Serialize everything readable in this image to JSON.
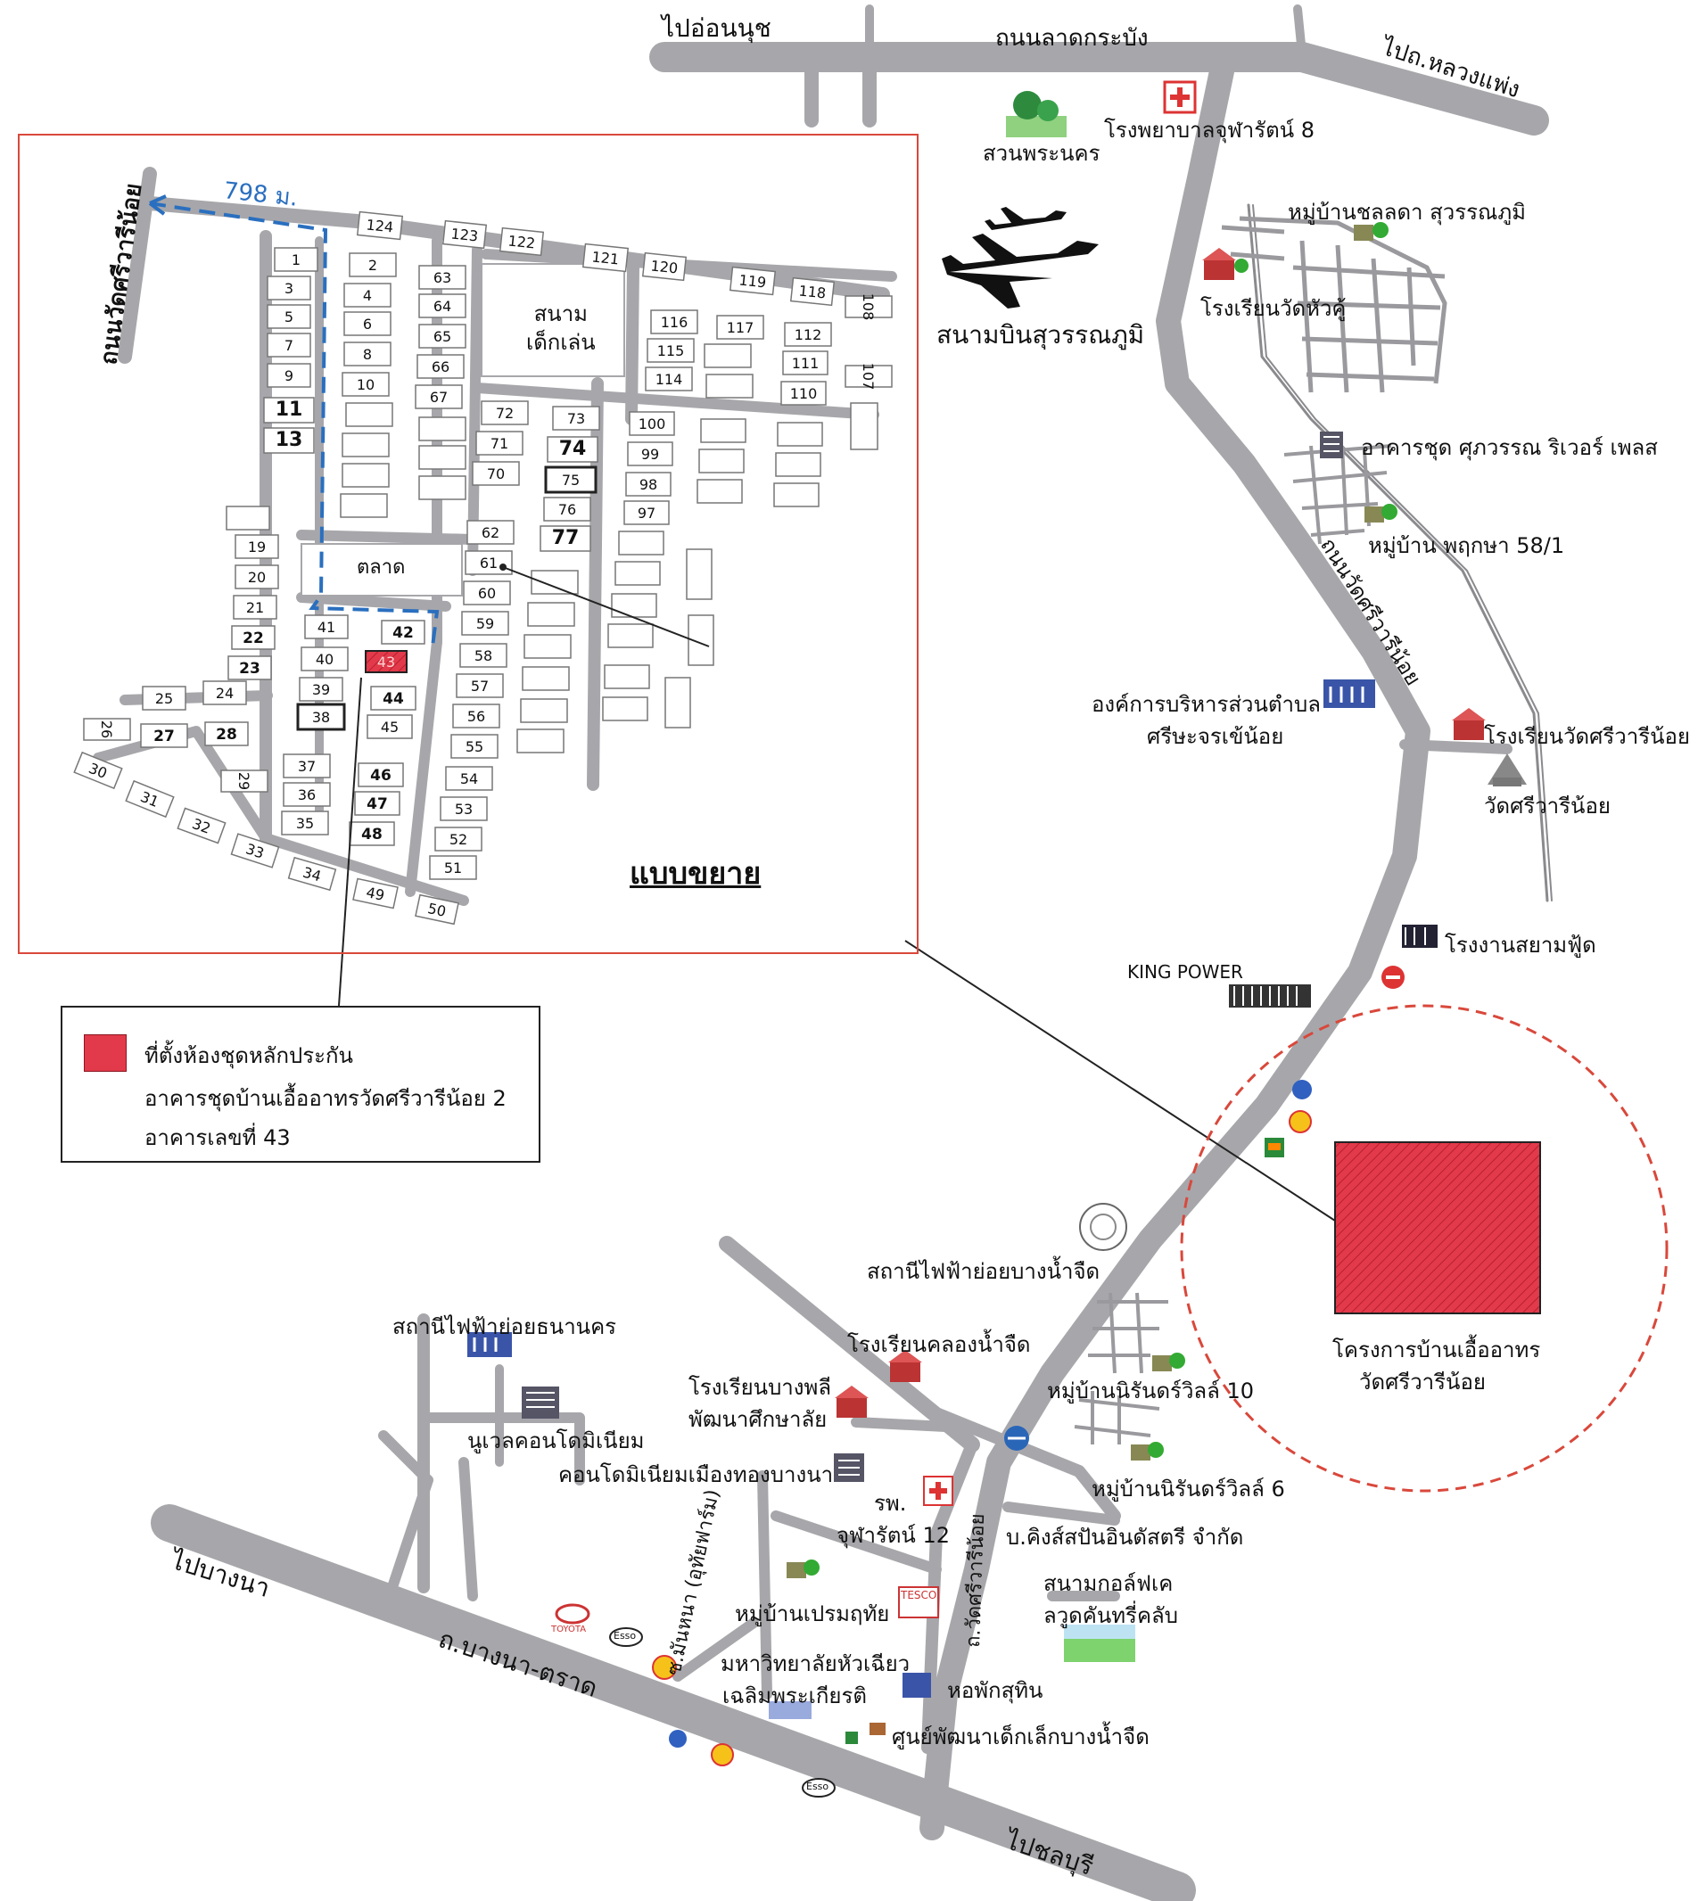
{
  "colors": {
    "road": "#a7a7ab",
    "project": "#e23a4a",
    "inset_border": "#d9483b",
    "route": "#2a6fbf",
    "circle": "#d9483b"
  },
  "roads": {
    "top": "ถนนลาดกระบัง",
    "top_left_dir": "ไปอ่อนนุช",
    "top_right_dir": "ไปถ.หลวงแพ่ง",
    "main": "ถนนวัดศรีวารีน้อย",
    "inset_road": "ถนนวัดศรีวารีน้อย",
    "bangna": "ถ.บางนา-ตราด",
    "bangna_left_dir": "ไปบางนา",
    "bangna_right_dir": "ไปชลบุรี",
    "soi_mannah": "ซ.มันหนา (อุทัยฟาร์ม)",
    "lower_main": "ถ.วัดศรีวารีน้อย"
  },
  "inset": {
    "title": "แบบขยาย",
    "distance": "798 ม.",
    "playground": "สนาม\nเด็กเล่น",
    "playground_l1": "สนาม",
    "playground_l2": "เด็กเล่น",
    "market": "ตลาด",
    "target_plot": "43"
  },
  "legend": {
    "line1": "ที่ตั้งห้องชุดหลักประกัน",
    "line2": "อาคารชุดบ้านเอื้ออาทรวัดศรีวารีน้อย 2",
    "line3": "อาคารเลขที่ 43"
  },
  "places": {
    "park": "สวนพระนคร",
    "hospital8": "โรงพยาบาลจุฬารัตน์ 8",
    "chonlada": "หมู่บ้านชลลดา สุวรรณภูมิ",
    "school_huakhu": "โรงเรียนวัดหัวคู้",
    "airport": "สนามบินสุวรรณภูมิ",
    "condo_river": "อาคารชุด ศุภวรรณ ริเวอร์ เพลส",
    "pruksa": "หมู่บ้าน พฤกษา 58/1",
    "sao": "องค์การบริหารส่วนตำบล",
    "sao2": "ศรีษะจรเข้น้อย",
    "school_sriwari": "โรงเรียนวัดศรีวารีน้อย",
    "wat": "วัดศรีวารีน้อย",
    "siamfood": "โรงงานสยามฟู้ด",
    "kingpower": "KING POWER",
    "project1": "โครงการบ้านเอื้ออาทร",
    "project2": "วัดศรีวารีน้อย",
    "substation_bnj": "สถานีไฟฟ้าย่อยบางน้ำจืด",
    "substation_tn": "สถานีไฟฟ้าย่อยธนานคร",
    "school_klong": "โรงเรียนคลองน้ำจืด",
    "nirun10": "หมู่บ้านนิรันดร์วิลล์ 10",
    "school_bangplee1": "โรงเรียนบางพลี",
    "school_bangplee2": "พัฒนาศึกษาลัย",
    "newel": "นูเวลคอนโดมิเนียม",
    "condo_muang": "คอนโดมิเนียมเมืองทองบางนา",
    "hosp12a": "รพ.",
    "hosp12b": "จุฬารัตน์ 12",
    "nirun6": "หมู่บ้านนิรันดร์วิลล์ 6",
    "kings": "บ.คิงส์สปันอินดัสตรี จำกัด",
    "golf1": "สนามกอล์ฟเค",
    "golf2": "ลวูดคันทรี่คลับ",
    "prem": "หมู่บ้านเปรมฤทัย",
    "univ1": "มหาวิทยาลัยหัวเฉียว",
    "univ2": "เฉลิมพระเกียรติ",
    "dorm": "หอพักสุทิน",
    "childcenter": "ศูนย์พัฒนาเด็กเล็กบางน้ำจืด",
    "toyota": "TOYOTA",
    "esso": "Esso",
    "tesco": "TESCO"
  },
  "plots": [
    "1",
    "2",
    "3",
    "4",
    "5",
    "6",
    "7",
    "8",
    "9",
    "10",
    "11",
    "13",
    "19",
    "20",
    "21",
    "22",
    "23",
    "24",
    "25",
    "26",
    "27",
    "28",
    "29",
    "30",
    "31",
    "32",
    "33",
    "34",
    "35",
    "36",
    "37",
    "38",
    "39",
    "40",
    "41",
    "42",
    "43",
    "44",
    "45",
    "46",
    "47",
    "48",
    "49",
    "50",
    "51",
    "52",
    "53",
    "54",
    "55",
    "56",
    "57",
    "58",
    "59",
    "60",
    "61",
    "62",
    "63",
    "64",
    "65",
    "66",
    "67",
    "70",
    "71",
    "72",
    "73",
    "74",
    "75",
    "76",
    "77",
    "97",
    "98",
    "99",
    "100",
    "107",
    "108",
    "110",
    "111",
    "112",
    "114",
    "115",
    "116",
    "117",
    "118",
    "119",
    "120",
    "121",
    "122",
    "123",
    "124"
  ]
}
